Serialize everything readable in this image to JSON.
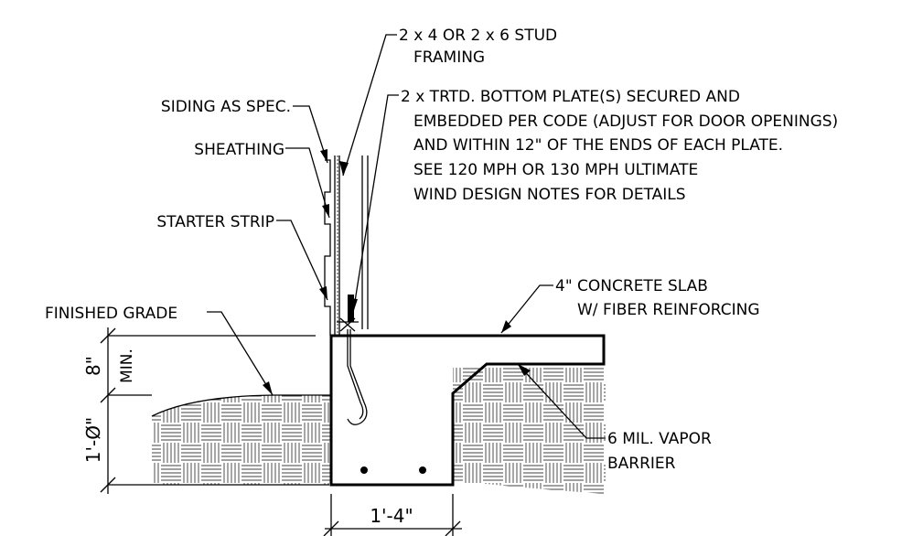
{
  "labels": {
    "stud_framing_1": "2 x 4 OR 2 x 6  STUD",
    "stud_framing_2": "FRAMING",
    "bottom_plate_1": "2 x  TRTD. BOTTOM PLATE(S)  SECURED AND",
    "bottom_plate_2": "EMBEDDED PER CODE (ADJUST FOR DOOR OPENINGS)",
    "bottom_plate_3": "AND WITHIN 12\" OF THE ENDS OF EACH PLATE.",
    "bottom_plate_4": "SEE 120 MPH OR 130 MPH ULTIMATE",
    "bottom_plate_5": "WIND DESIGN NOTES FOR DETAILS",
    "siding": "SIDING AS SPEC.",
    "sheathing": "SHEATHING",
    "starter_strip": "STARTER STRIP",
    "slab_1": "4\" CONCRETE SLAB",
    "slab_2": "W/ FIBER REINFORCING",
    "finished_grade": "FINISHED GRADE",
    "vapor_1": "6 MIL. VAPOR",
    "vapor_2": "BARRIER"
  },
  "dimensions": {
    "height_above_grade": "8\"",
    "height_above_grade_note": "MIN.",
    "footing_depth": "1'-Ø\"",
    "footing_width": "1'-4\""
  },
  "colors": {
    "line": "#000000",
    "background": "#ffffff"
  }
}
